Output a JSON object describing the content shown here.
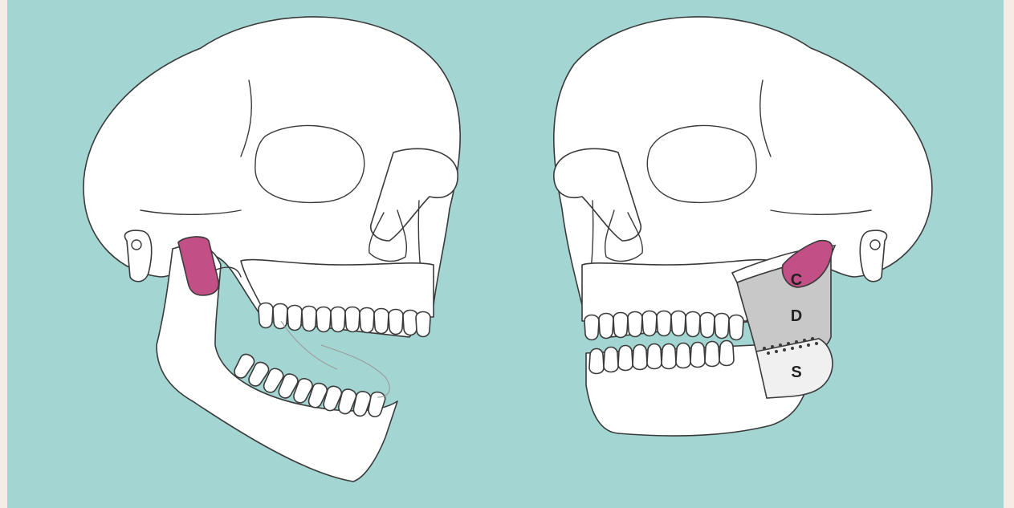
{
  "figure": {
    "labels": {
      "condyle": "C",
      "disc": "D",
      "stem": "S"
    },
    "colors": {
      "background": "#a3d6d2",
      "border": "#f6ece6",
      "highlight": "#c24f86",
      "prosthesis": "#c8c8c8",
      "bone": "#ffffff",
      "outline": "#3a3a3a"
    }
  }
}
